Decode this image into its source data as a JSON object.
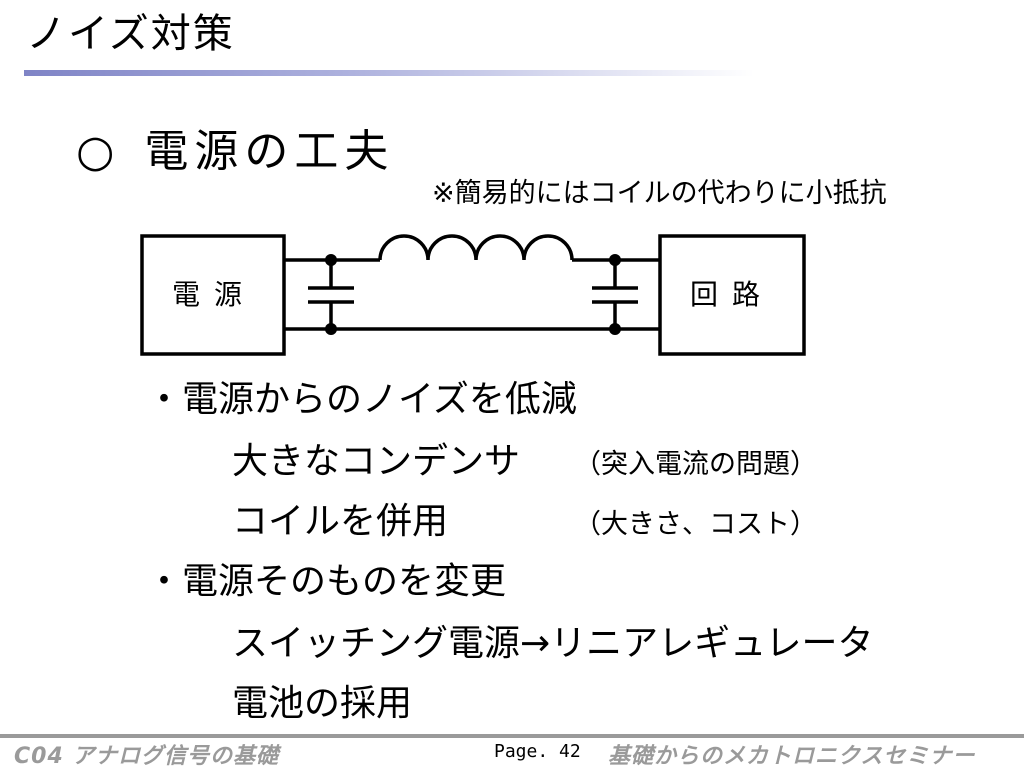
{
  "slide": {
    "title": "ノイズ対策",
    "section_bullet": "○",
    "section_heading": "電源の工夫",
    "note": "※簡易的にはコイルの代わりに小抵抗"
  },
  "diagram": {
    "left_block": "電源",
    "right_block": "回路"
  },
  "bullets": [
    {
      "label": "・電源からのノイズを低減",
      "items": [
        {
          "text": "大きなコンデンサ",
          "aside": "（突入電流の問題）"
        },
        {
          "text": "コイルを併用",
          "aside": "（大きさ、コスト）"
        }
      ]
    },
    {
      "label": "・電源そのものを変更",
      "items": [
        {
          "text": "スイッチング電源→リニアレギュレータ",
          "aside": ""
        },
        {
          "text": "電池の採用",
          "aside": ""
        }
      ]
    }
  ],
  "footer": {
    "left": "C04 アナログ信号の基礎",
    "page": "Page. 42",
    "right": "基礎からのメカトロニクスセミナー"
  }
}
